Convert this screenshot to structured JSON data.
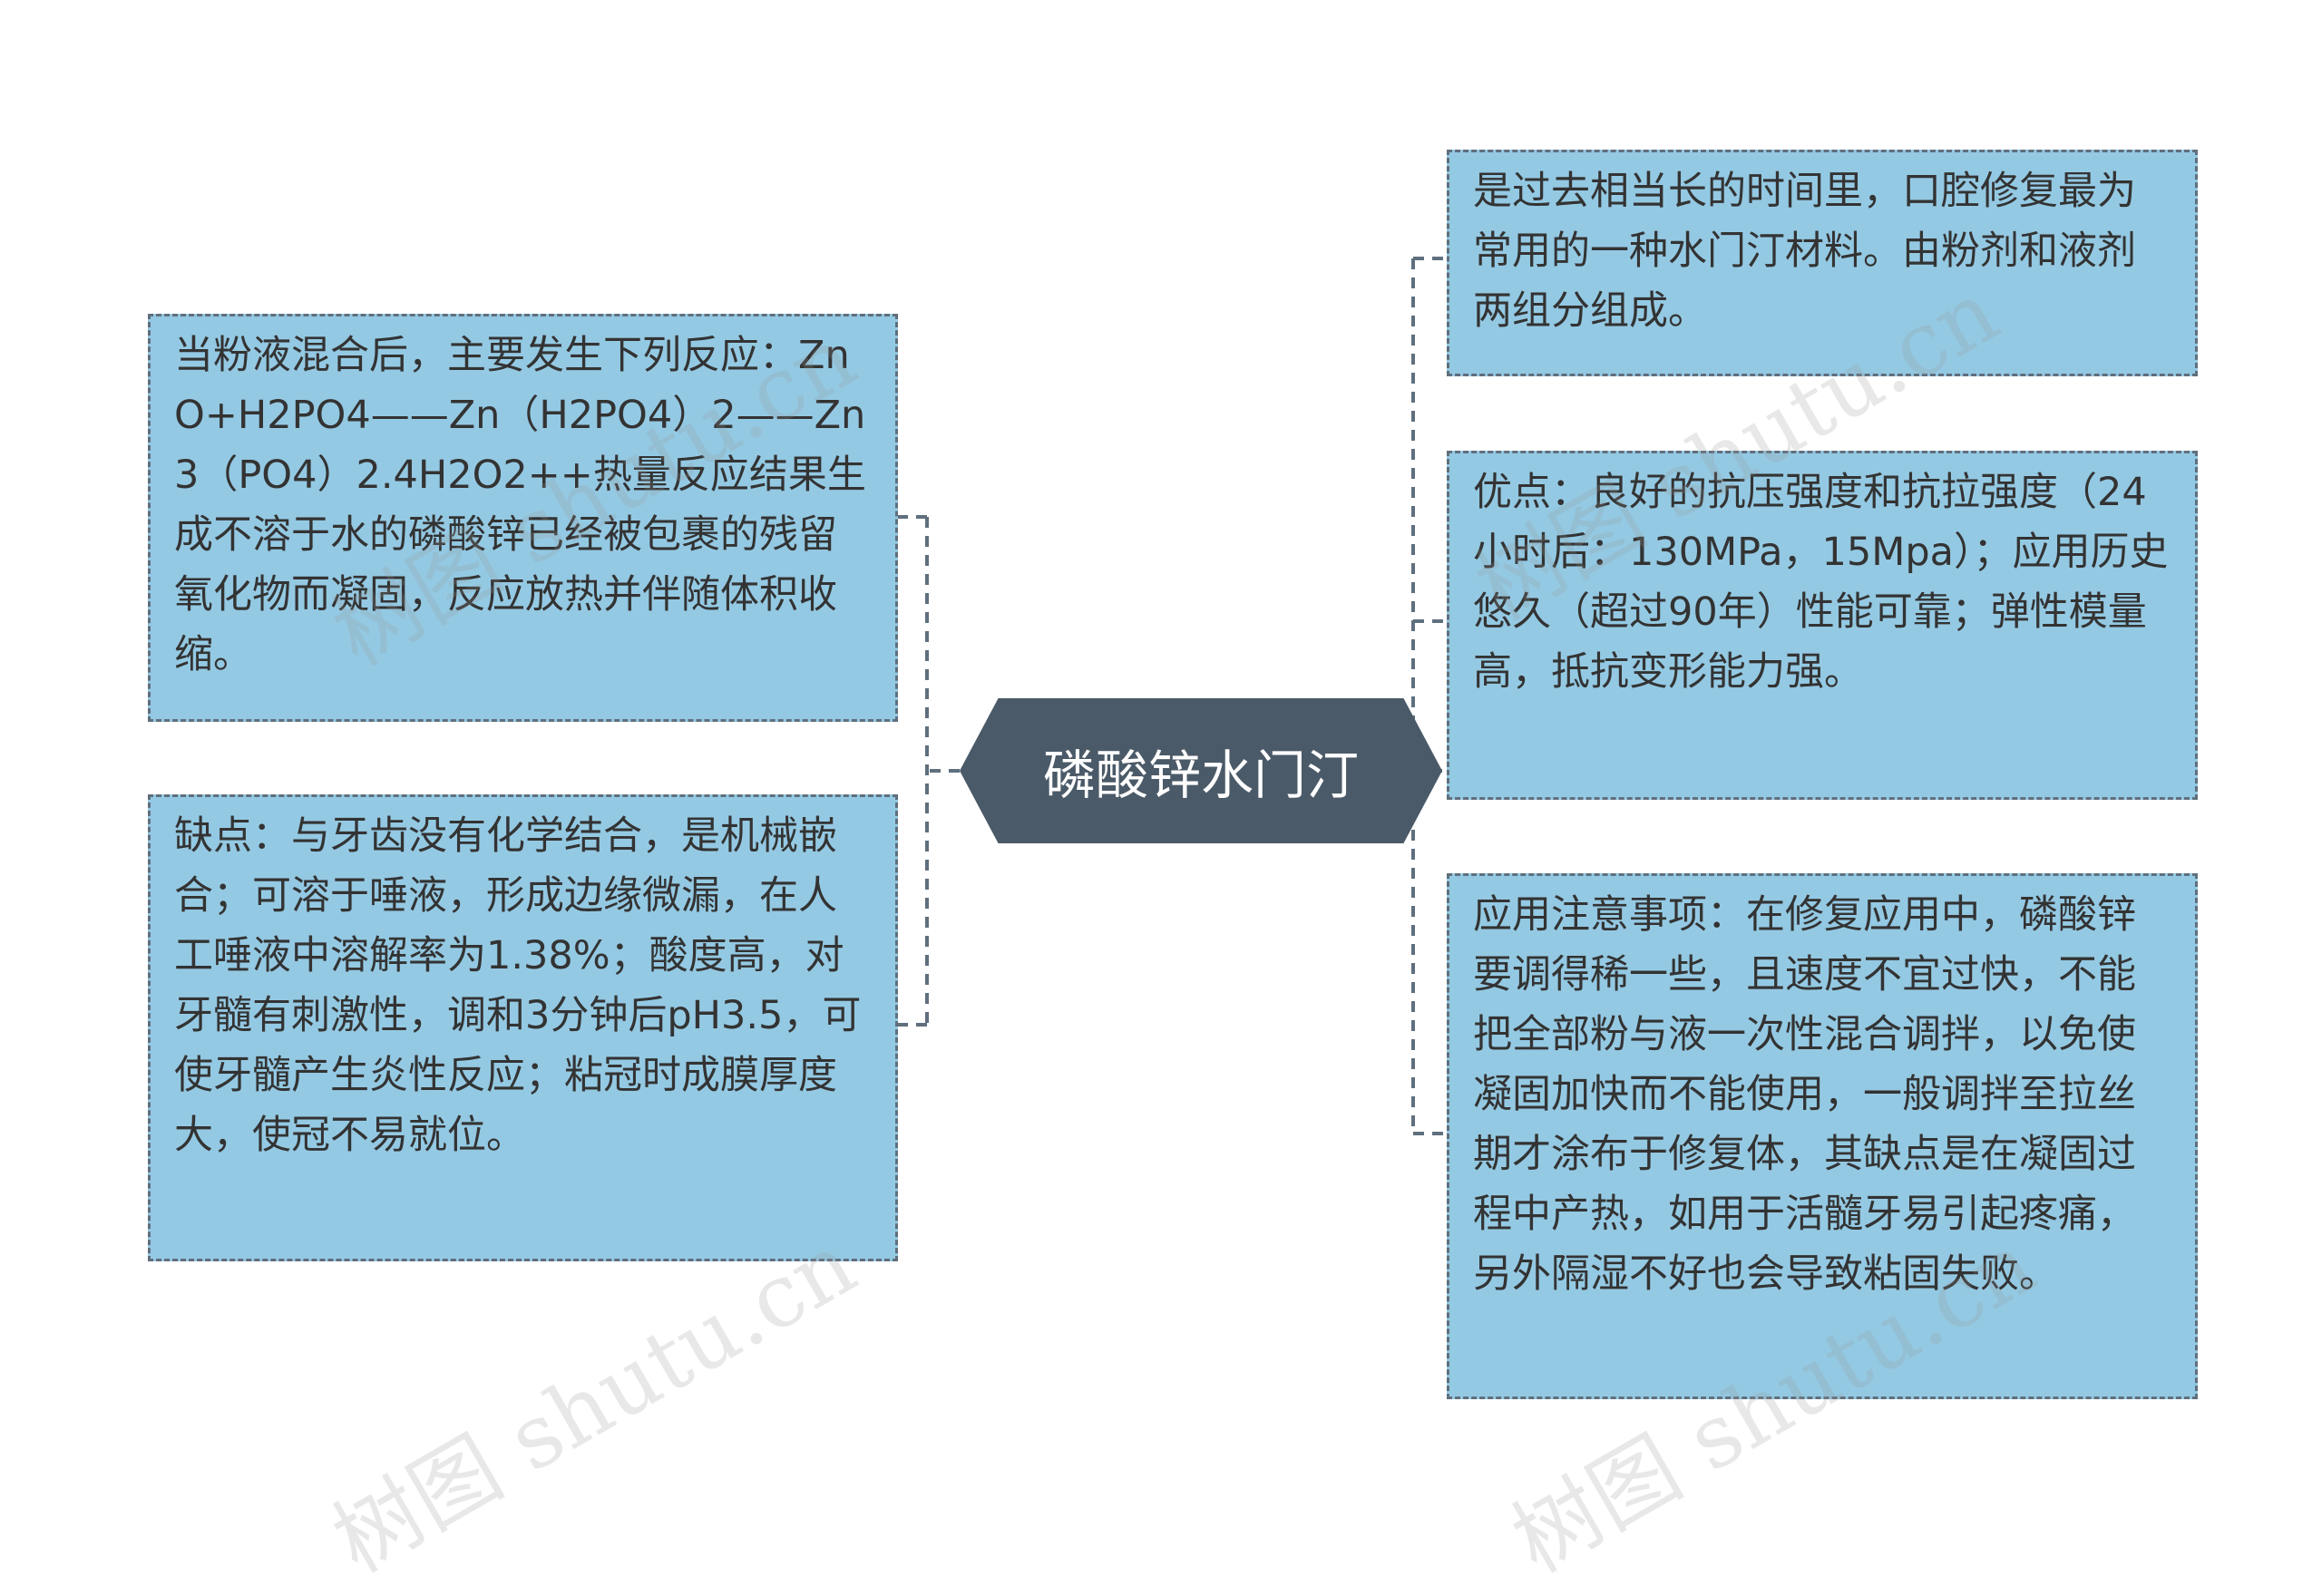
{
  "center": {
    "title": "磷酸锌水门汀"
  },
  "left_nodes": [
    {
      "text": "当粉液混合后，主要发生下列反应：ZnO+H2PO4——Zn（H2PO4）2——Zn3（PO4）2.4H2O2++热量反应结果生成不溶于水的磷酸锌已经被包裹的残留氧化物而凝固，反应放热并伴随体积收缩。"
    },
    {
      "text": "缺点：与牙齿没有化学结合，是机械嵌合；可溶于唾液，形成边缘微漏，在人工唾液中溶解率为1.38%；酸度高，对牙髓有刺激性，调和3分钟后pH3.5，可使牙髓产生炎性反应；粘冠时成膜厚度大，使冠不易就位。"
    }
  ],
  "right_nodes": [
    {
      "text": "是过去相当长的时间里，口腔修复最为常用的一种水门汀材料。由粉剂和液剂两组分组成。"
    },
    {
      "text": "优点：良好的抗压强度和抗拉强度（24小时后：130MPa，15Mpa）；应用历史悠久（超过90年）性能可靠；弹性模量高，抵抗变形能力强。"
    },
    {
      "text": "应用注意事项：在修复应用中，磷酸锌要调得稀一些，且速度不宜过快，不能把全部粉与液一次性混合调拌，以免使凝固加快而不能使用，一般调拌至拉丝期才涂布于修复体，其缺点是在凝固过程中产热，如用于活髓牙易引起疼痛，另外隔湿不好也会导致粘固失败。"
    }
  ],
  "watermarks": [
    "树图 shutu.cn",
    "树图 shutu.cn",
    "树图 shutu.cn",
    "树图 shutu.cn"
  ],
  "colors": {
    "node_fill": "#94c9e3",
    "center_fill": "#4b5a68",
    "connector": "#5f6f7d"
  }
}
